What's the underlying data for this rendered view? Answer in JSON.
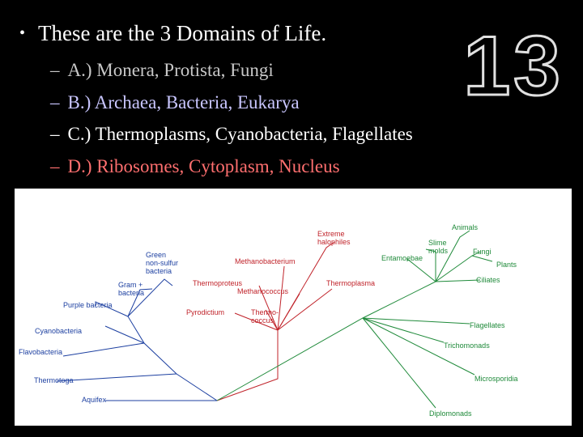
{
  "question": {
    "bullet": "•",
    "text": "These are the 3 Domains of Life."
  },
  "options": [
    {
      "dash": "–",
      "text": "A.) Monera, Protista, Fungi",
      "color": "#c8c8c8"
    },
    {
      "dash": "–",
      "text": "B.) Archaea, Bacteria, Eukarya",
      "color": "#c9c6ff"
    },
    {
      "dash": "–",
      "text": "C.) Thermoplasms, Cyanobacteria, Flagellates",
      "color": "#ffffff"
    },
    {
      "dash": "–",
      "text": "D.) Ribosomes, Cytoplasm, Nucleus",
      "color": "#ff6f6f"
    }
  ],
  "slide_number": "13",
  "tree": {
    "colors": {
      "bacteria": "#1c3fa0",
      "archaea": "#c0232a",
      "eukarya": "#1f8a3a"
    },
    "bacteria_labels": {
      "green_nonsulfur": [
        "Green",
        "non-sulfur",
        "bacteria"
      ],
      "gram_plus": [
        "Gram +",
        "bacteria"
      ],
      "purple": "Purple bacteria",
      "cyanobacteria": "Cyanobacteria",
      "flavobacteria": "Flavobacteria",
      "thermotoga": "Thermotoga",
      "aquifex": "Aquifex"
    },
    "archaea_labels": {
      "extreme_halophiles": [
        "Extreme",
        "halophiles"
      ],
      "methanobacterium": "Methanobacterium",
      "thermoproteus": "Thermoproteus",
      "methanococcus": "Methanococcus",
      "thermoplasma": "Thermoplasma",
      "pyrodictium": "Pyrodictium",
      "thermococcus": [
        "Thermo-",
        "coccus"
      ]
    },
    "eukarya_labels": {
      "animals": "Animals",
      "slime_molds": [
        "Slime",
        "molds"
      ],
      "fungi": "Fungi",
      "entamoebae": "Entamoebae",
      "plants": "Plants",
      "ciliates": "Ciliates",
      "flagellates": "Flagellates",
      "trichomonads": "Trichomonads",
      "microsporidia": "Microsporidia",
      "diplomonads": "Diplomonads"
    }
  }
}
